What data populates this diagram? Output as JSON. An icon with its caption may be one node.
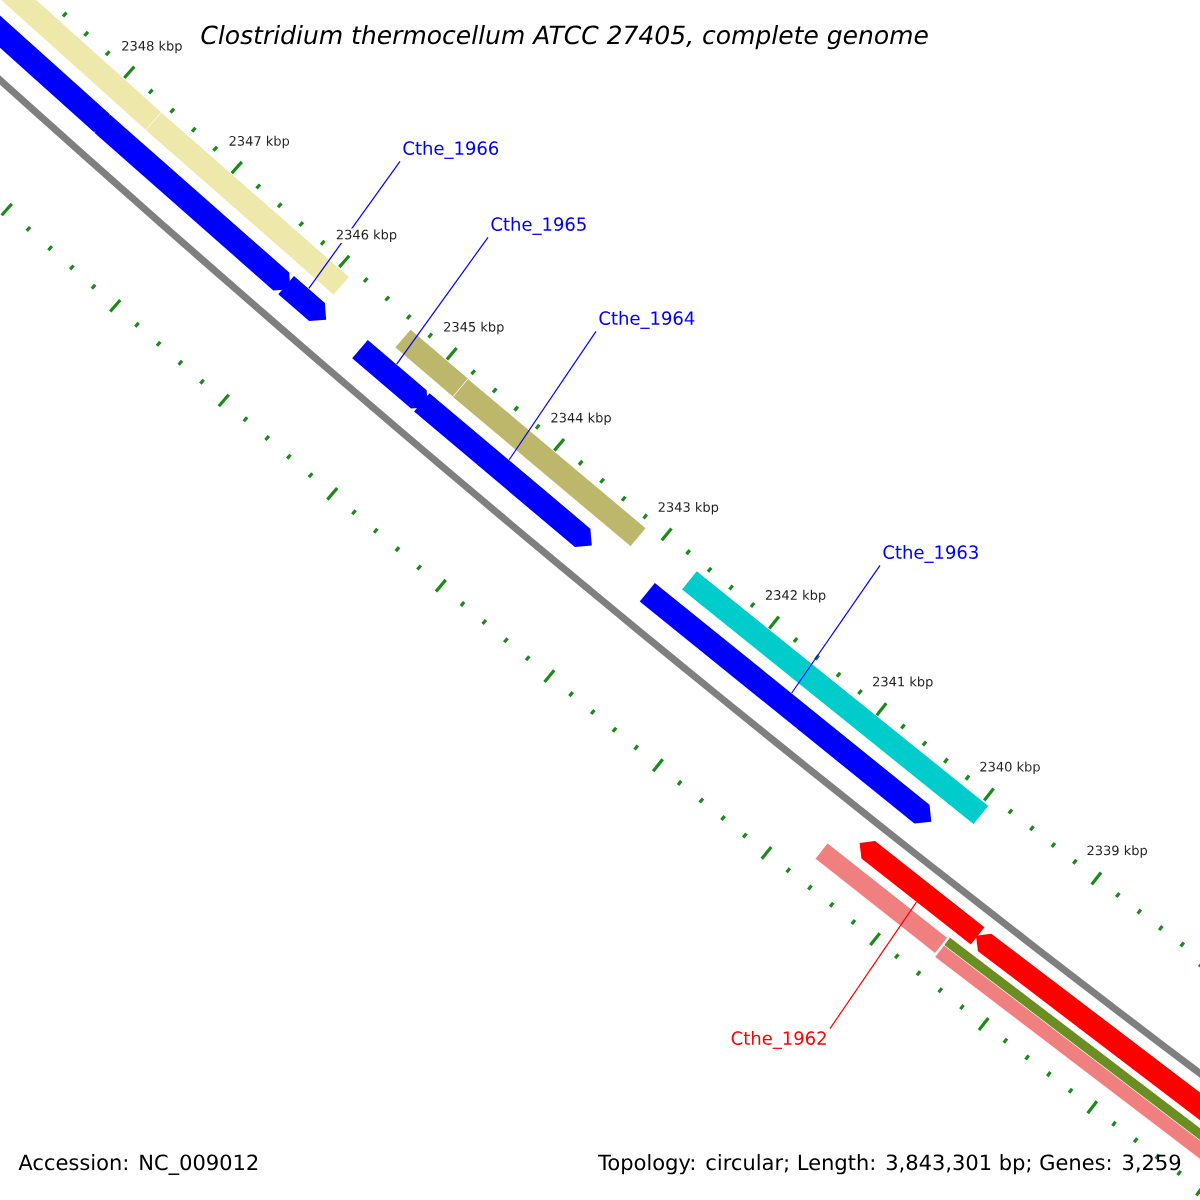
{
  "diagram": {
    "title": "Clostridium thermocellum ATCC 27405, complete genome",
    "nodes": [
      {
        "text": [
          "Cthe_1966"
        ]
      },
      {
        "text": [
          "Cthe_1965"
        ]
      },
      {
        "text": [
          "Cthe_1964"
        ]
      },
      {
        "text": [
          "Cthe_1963"
        ]
      },
      {
        "text": [
          "Cthe_1962"
        ]
      },
      {
        "text": [],
        "shape": "bar"
      },
      {
        "text": [],
        "shape": "bar"
      },
      {
        "text": [],
        "shape": "bar"
      },
      {
        "text": [],
        "shape": "bar"
      },
      {
        "text": [],
        "shape": "bar"
      },
      {
        "text": [],
        "shape": "bar"
      },
      {
        "text": [],
        "shape": "bar"
      },
      {
        "text": [],
        "shape": "bar"
      }
    ],
    "edges": [
      {
        "from": 0,
        "to": 7,
        "arrow": "none"
      },
      {
        "from": 1,
        "to": 8,
        "arrow": "none"
      },
      {
        "from": 2,
        "to": 9,
        "arrow": "none"
      },
      {
        "from": 3,
        "to": 10,
        "arrow": "none"
      },
      {
        "from": 4,
        "to": 11,
        "arrow": "none",
        "color": "#ff0000"
      }
    ],
    "labels": [
      "2348 kbp",
      "2347 kbp",
      "2346 kbp",
      "2345 kbp",
      "2344 kbp",
      "2343 kbp",
      "2342 kbp",
      "2341 kbp",
      "2340 kbp",
      "2339 kbp",
      "Accession: NC_009012",
      "Topology: circular; Length: 3,843,301 bp; Genes: 3,259"
    ]
  }
}
